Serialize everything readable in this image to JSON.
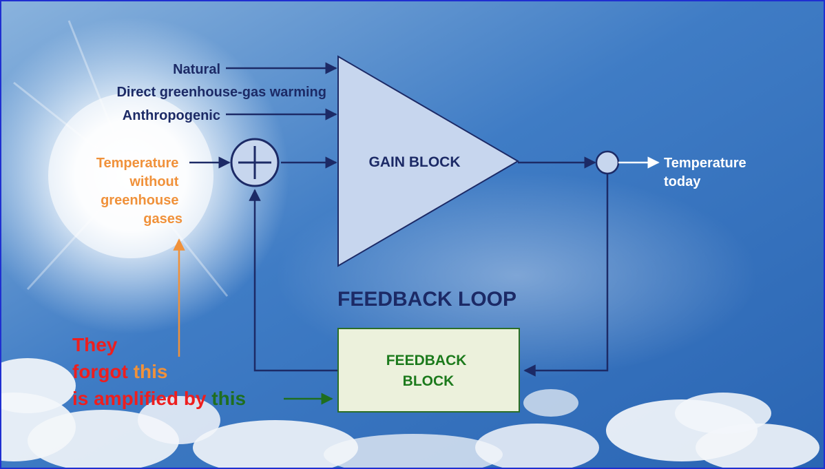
{
  "diagram": {
    "inputs": {
      "natural": "Natural",
      "direct": "Direct greenhouse-gas warming",
      "anthropogenic": "Anthropogenic"
    },
    "temperature_input": {
      "lines": [
        "Temperature",
        "without",
        "greenhouse",
        "gases"
      ]
    },
    "gain_block": "GAIN BLOCK",
    "output": {
      "lines": [
        "Temperature",
        "today"
      ]
    },
    "loop_title": "FEEDBACK LOOP",
    "feedback_block": {
      "lines": [
        "FEEDBACK",
        "BLOCK"
      ]
    },
    "annotation": {
      "line1": "They",
      "line2_a": "forgot ",
      "line2_b": "this",
      "line3_a": "is amplified by ",
      "line3_b": "this"
    }
  },
  "colors": {
    "border": "#1f2fd1",
    "navy": "#1c2a66",
    "gain_fill": "#c7d6ee",
    "feedback_fill": "#ecf1dc",
    "feedback_border": "#2b6e26",
    "orange": "#f0913a",
    "red": "#ee1e1e",
    "green": "#1f6e1f",
    "white_text": "#ffffff"
  }
}
